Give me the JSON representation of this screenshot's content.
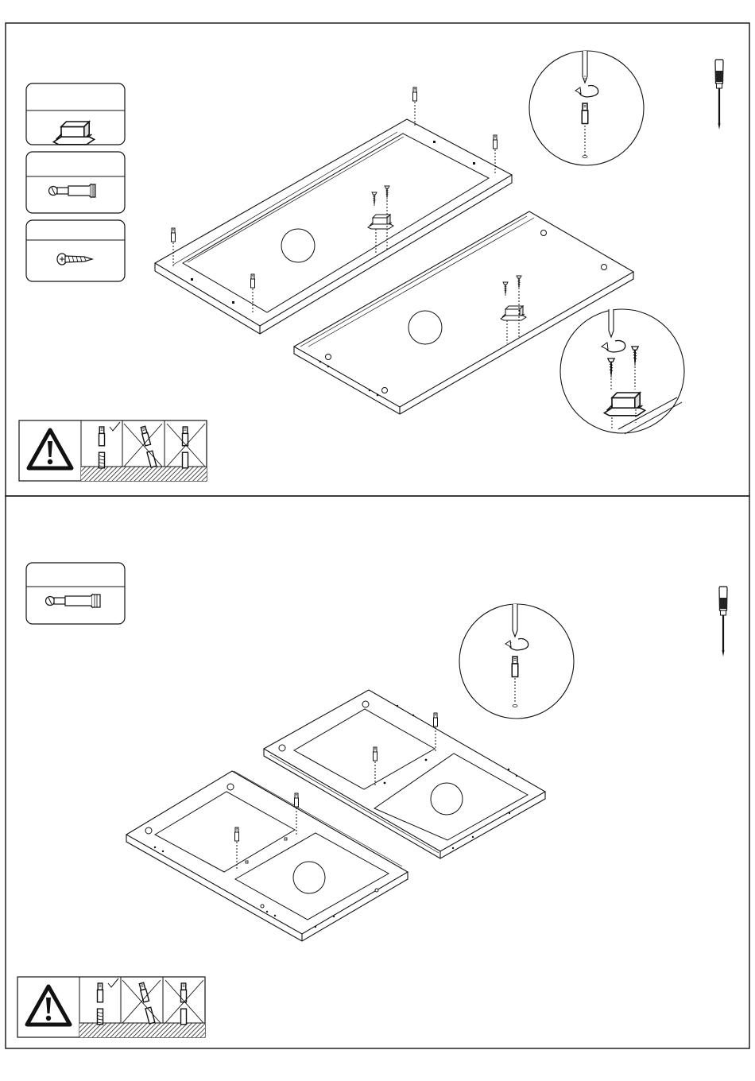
{
  "document": {
    "type": "furniture assembly instructions",
    "text": []
  },
  "steps": [
    {
      "parts": [
        {
          "icon": "magnetic-catch-icon"
        },
        {
          "icon": "cam-bolt-icon"
        },
        {
          "icon": "wood-screw-icon"
        }
      ],
      "tool": "screwdriver-icon",
      "details": [
        "cam-bolt-install-detail",
        "magnetic-catch-install-detail"
      ]
    },
    {
      "parts": [
        {
          "icon": "cam-bolt-icon"
        }
      ],
      "tool": "screwdriver-icon",
      "details": [
        "cam-bolt-install-detail"
      ]
    }
  ],
  "warning": {
    "icon": "warning-triangle-icon",
    "options": [
      {
        "status": "correct",
        "mark": "check"
      },
      {
        "status": "wrong",
        "mark": "cross"
      },
      {
        "status": "wrong",
        "mark": "cross"
      }
    ]
  },
  "colors": {
    "ink": "#111111",
    "paper": "#ffffff",
    "hatch": "#222222"
  }
}
